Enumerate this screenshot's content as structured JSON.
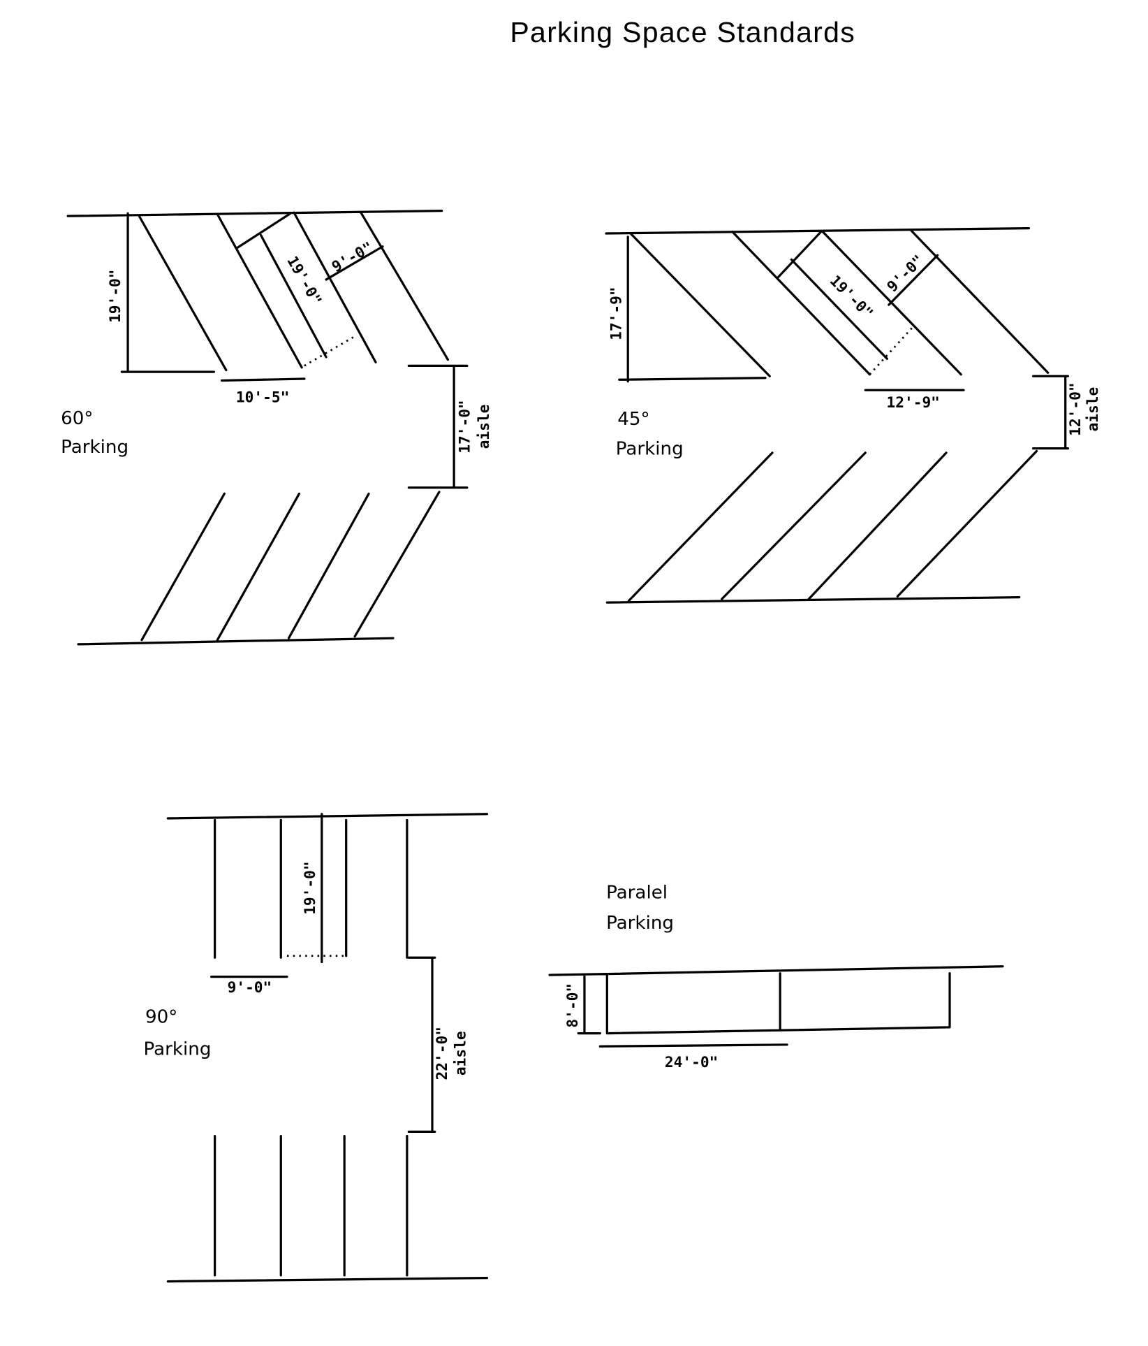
{
  "title": "Parking Space Standards",
  "sections": {
    "p60": {
      "angle": "60°",
      "label": "Parking",
      "depth": "19'-0\"",
      "width": "10'-5\"",
      "stall_length": "19'-0\"",
      "stall_width": "9'-0\"",
      "aisle": "17'-0\"",
      "aisle_label": "aisle"
    },
    "p45": {
      "angle": "45°",
      "label": "Parking",
      "depth": "17'-9\"",
      "width": "12'-9\"",
      "stall_length": "19'-0\"",
      "stall_width": "9'-0\"",
      "aisle": "12'-0\"",
      "aisle_label": "aisle"
    },
    "p90": {
      "angle": "90°",
      "label": "Parking",
      "depth": "19'-0\"",
      "width": "9'-0\"",
      "aisle": "22'-0\"",
      "aisle_label": "aisle"
    },
    "parallel": {
      "angle": "Paralel",
      "label": "Parking",
      "depth": "8'-0\"",
      "width": "24'-0\""
    }
  }
}
